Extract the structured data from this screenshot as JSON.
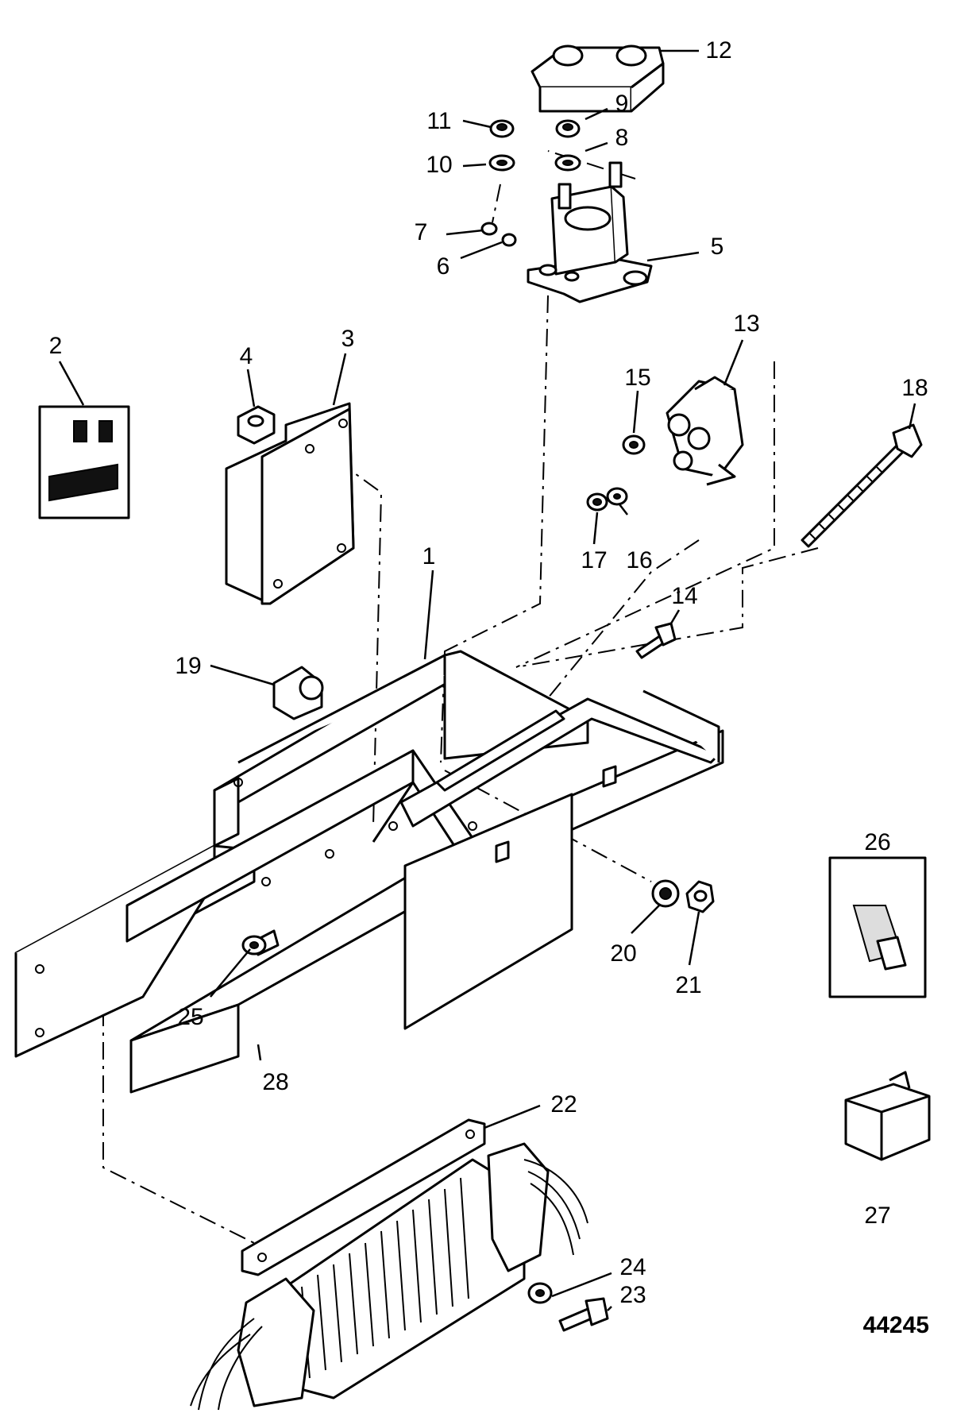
{
  "diagram_id": "44245",
  "callouts": [
    {
      "n": "1"
    },
    {
      "n": "2"
    },
    {
      "n": "3"
    },
    {
      "n": "4"
    },
    {
      "n": "5"
    },
    {
      "n": "6"
    },
    {
      "n": "7"
    },
    {
      "n": "8"
    },
    {
      "n": "9"
    },
    {
      "n": "10"
    },
    {
      "n": "11"
    },
    {
      "n": "12"
    },
    {
      "n": "13"
    },
    {
      "n": "14"
    },
    {
      "n": "15"
    },
    {
      "n": "16"
    },
    {
      "n": "17"
    },
    {
      "n": "18"
    },
    {
      "n": "19"
    },
    {
      "n": "20"
    },
    {
      "n": "21"
    },
    {
      "n": "22"
    },
    {
      "n": "23"
    },
    {
      "n": "24"
    },
    {
      "n": "25"
    },
    {
      "n": "26"
    },
    {
      "n": "27"
    },
    {
      "n": "28"
    }
  ]
}
